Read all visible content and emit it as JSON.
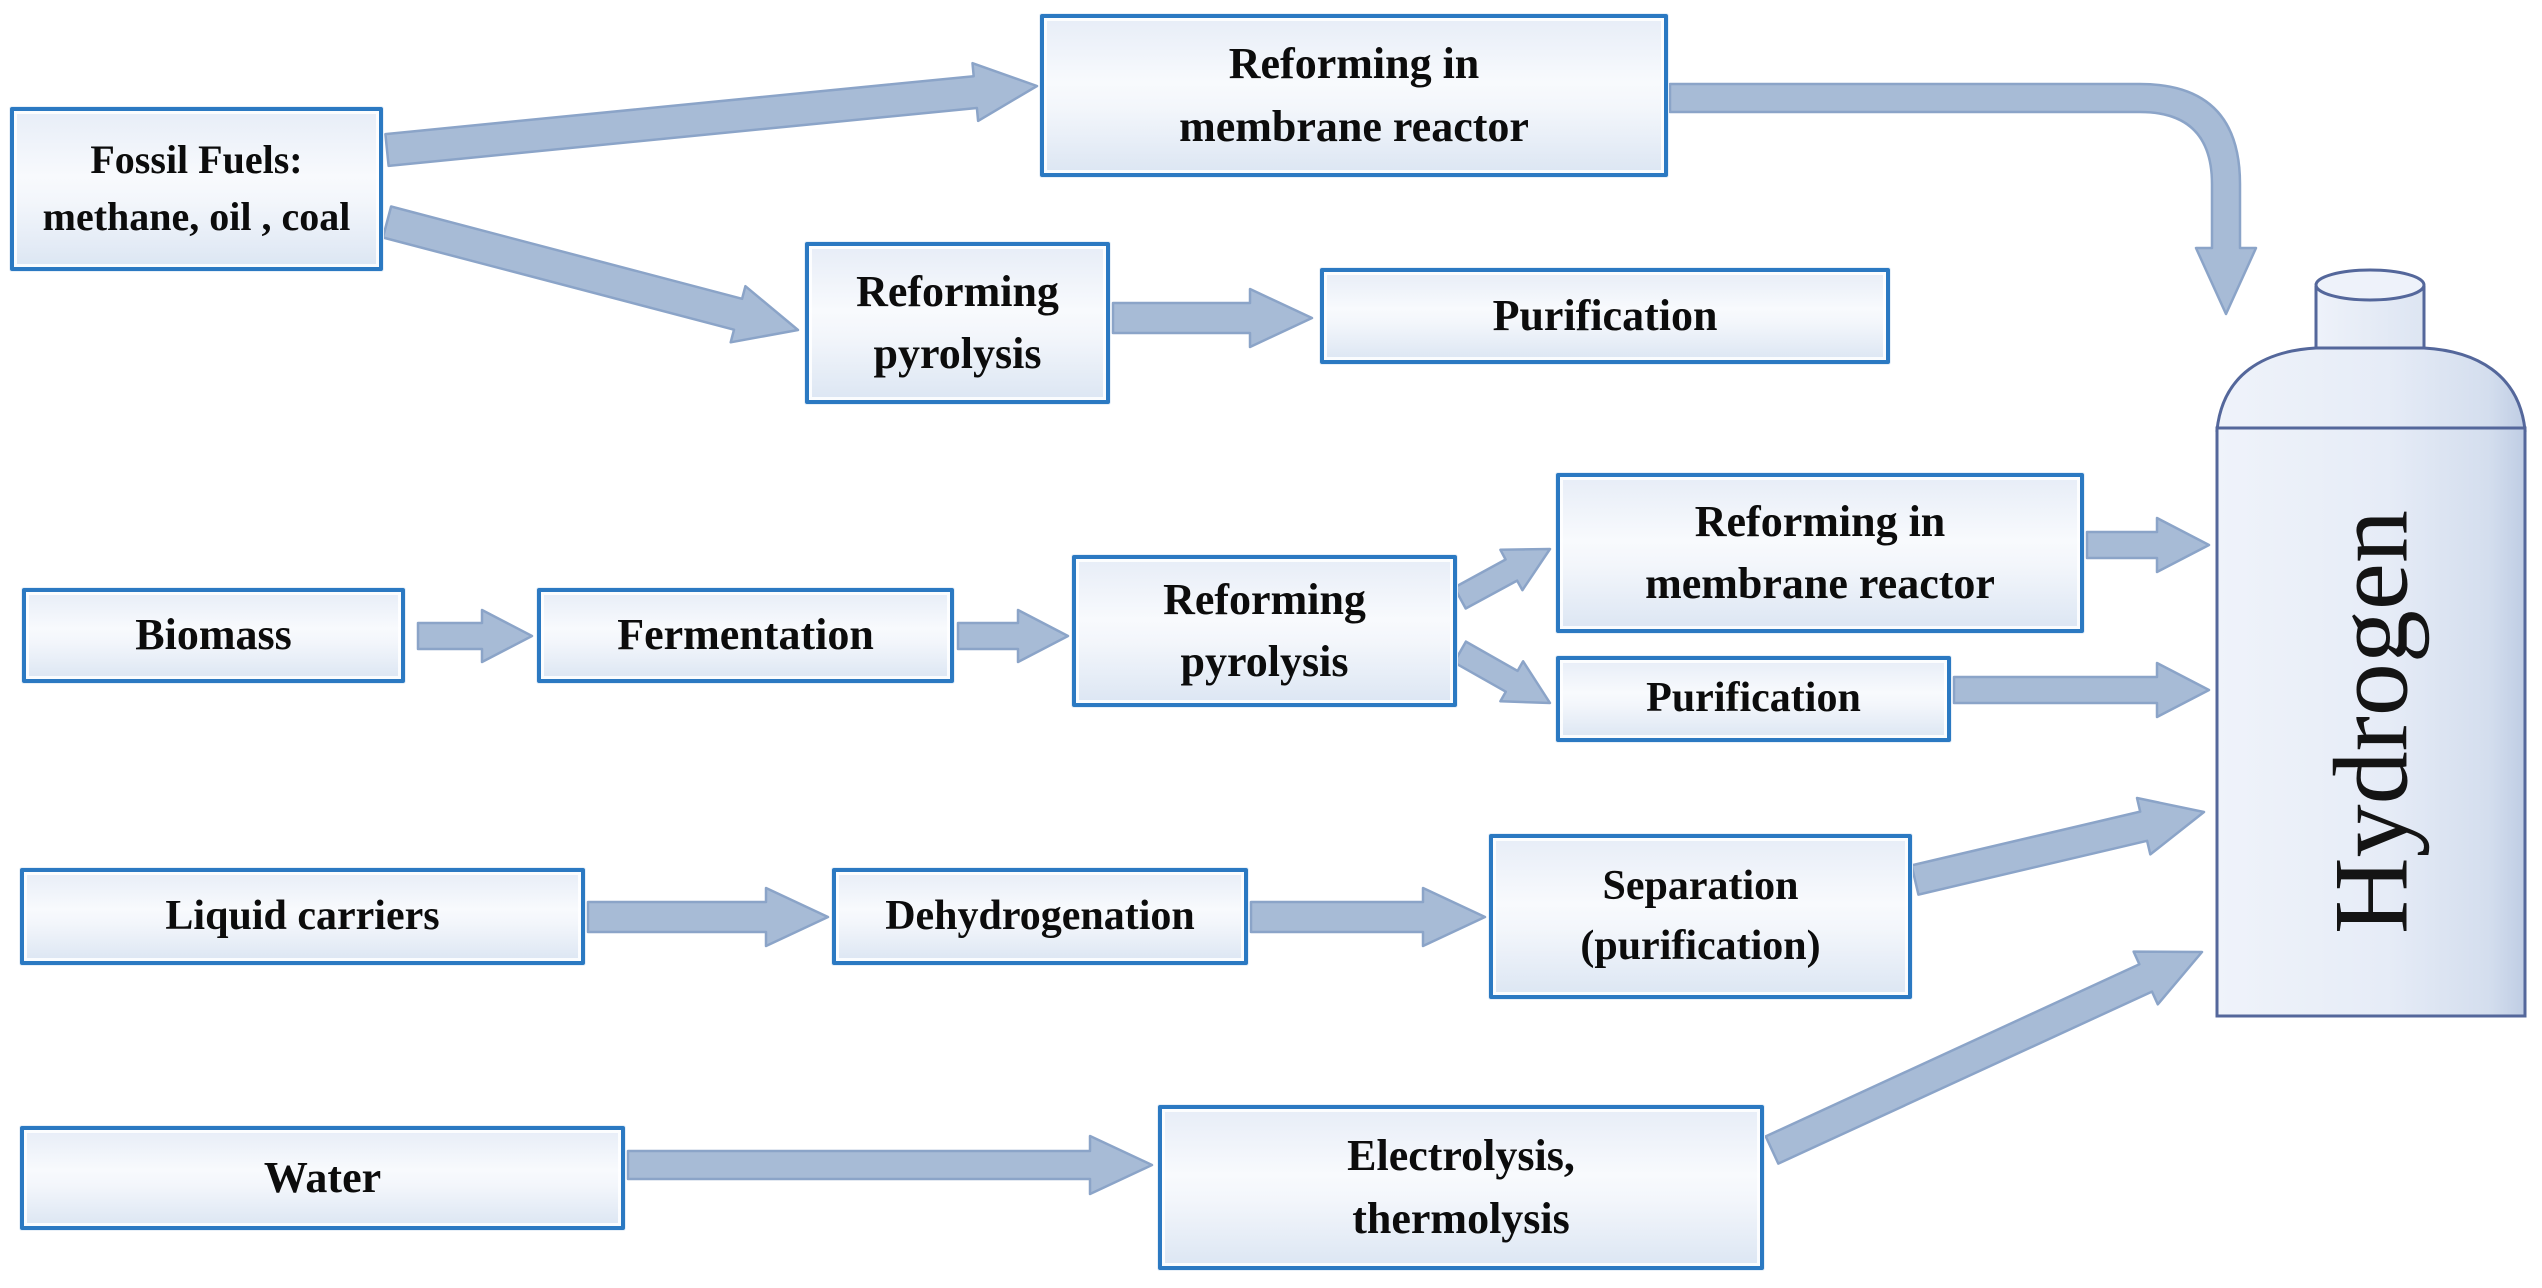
{
  "diagram": {
    "description": "Hydrogen production pathways flowchart",
    "type": "flowchart"
  },
  "nodes": {
    "fossil_fuels": {
      "lines": [
        "Fossil Fuels:",
        "methane, oil , coal"
      ]
    },
    "reforming_membrane_1": {
      "lines": [
        "Reforming in",
        "membrane reactor"
      ]
    },
    "reforming_pyrolysis_1": {
      "lines": [
        "Reforming",
        "pyrolysis"
      ]
    },
    "purification_1": {
      "lines": [
        "Purification"
      ]
    },
    "biomass": {
      "lines": [
        "Biomass"
      ]
    },
    "fermentation": {
      "lines": [
        "Fermentation"
      ]
    },
    "reforming_pyrolysis_2": {
      "lines": [
        "Reforming",
        "pyrolysis"
      ]
    },
    "reforming_membrane_2": {
      "lines": [
        "Reforming in",
        "membrane reactor"
      ]
    },
    "purification_2": {
      "lines": [
        "Purification"
      ]
    },
    "liquid_carriers": {
      "lines": [
        "Liquid carriers"
      ]
    },
    "dehydrogenation": {
      "lines": [
        "Dehydrogenation"
      ]
    },
    "separation": {
      "lines": [
        "Separation",
        "(purification)"
      ]
    },
    "water": {
      "lines": [
        "Water"
      ]
    },
    "electrolysis": {
      "lines": [
        "Electrolysis,",
        "thermolysis"
      ]
    }
  },
  "bottle": {
    "label": "Hydrogen"
  },
  "edges": [
    {
      "from": "fossil_fuels",
      "to": "reforming_membrane_1"
    },
    {
      "from": "fossil_fuels",
      "to": "reforming_pyrolysis_1"
    },
    {
      "from": "reforming_pyrolysis_1",
      "to": "purification_1"
    },
    {
      "from": "reforming_membrane_1",
      "to": "hydrogen_bottle"
    },
    {
      "from": "purification_1",
      "to": "hydrogen_bottle"
    },
    {
      "from": "biomass",
      "to": "fermentation"
    },
    {
      "from": "fermentation",
      "to": "reforming_pyrolysis_2"
    },
    {
      "from": "reforming_pyrolysis_2",
      "to": "reforming_membrane_2"
    },
    {
      "from": "reforming_pyrolysis_2",
      "to": "purification_2"
    },
    {
      "from": "reforming_membrane_2",
      "to": "hydrogen_bottle"
    },
    {
      "from": "purification_2",
      "to": "hydrogen_bottle"
    },
    {
      "from": "liquid_carriers",
      "to": "dehydrogenation"
    },
    {
      "from": "dehydrogenation",
      "to": "separation"
    },
    {
      "from": "separation",
      "to": "hydrogen_bottle"
    },
    {
      "from": "water",
      "to": "electrolysis"
    },
    {
      "from": "electrolysis",
      "to": "hydrogen_bottle"
    }
  ],
  "colors": {
    "box_border": "#2b79c2",
    "box_fill": "#edf2f9",
    "arrow_fill": "#a7bbd6",
    "arrow_stroke": "#8ba4c8",
    "bottle_outline": "#54679b",
    "bottle_fill": "#e8edf7",
    "text": "#0c0c0c"
  }
}
